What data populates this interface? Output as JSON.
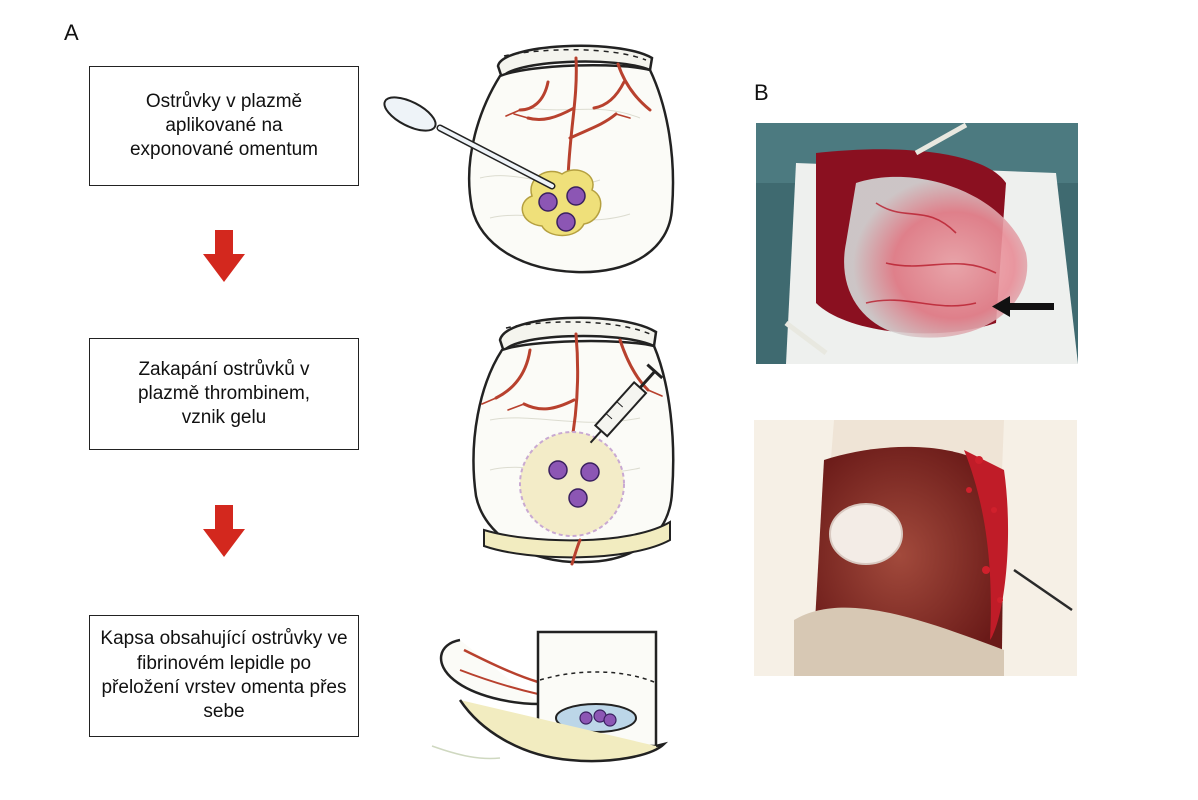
{
  "panels": {
    "a_label": "A",
    "b_label": "B"
  },
  "steps": [
    {
      "text": "Ostrůvky v plazmě aplikované na exponované omentum"
    },
    {
      "text": "Zakapání ostrůvků v plazmě thrombinem, vznik gelu"
    },
    {
      "text": "Kapsa obsahující ostrůvky ve fibrinovém lepidle po přeložení vrstev omenta přes sebe"
    }
  ],
  "colors": {
    "arrow": "#d3281e",
    "vessel": "#b8412e",
    "islet": "#8c56b4",
    "plasma": "#efe07a",
    "omentum_fill": "#fbfbf7",
    "photo_tissue": "#e88c96",
    "photo_blood": "#8a1020"
  },
  "icons": {
    "arrow": "down-arrow-icon",
    "swab": "cotton-swab-icon",
    "syringe": "syringe-icon",
    "black_arrow": "left-arrow-icon"
  }
}
